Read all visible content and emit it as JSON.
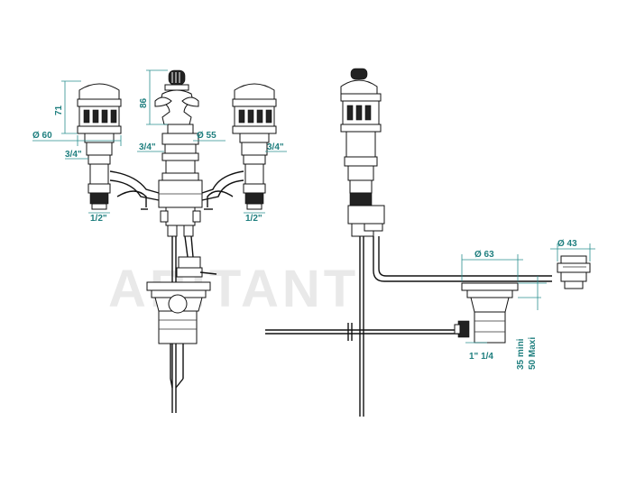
{
  "watermark": "ABITANT",
  "colors": {
    "dimension": "#1f7f7f",
    "line": "#111111",
    "background": "#ffffff"
  },
  "front_view": {
    "dims": {
      "handle_height": "71",
      "spout_height": "86",
      "handle_diameter": "Ø 60",
      "spout_diameter": "Ø 55",
      "left_thread_upper": "3/4\"",
      "center_thread": "3/4\"",
      "right_thread_upper": "3/4\"",
      "left_thread_lower": "1/2\"",
      "right_thread_lower": "1/2\""
    }
  },
  "side_view": {
    "dims": {
      "waste_diameter": "Ø 63",
      "knob_diameter": "Ø 43",
      "drain_thread": "1\" 1/4",
      "min_thickness": "35 mini",
      "max_thickness": "50 Maxi"
    }
  }
}
